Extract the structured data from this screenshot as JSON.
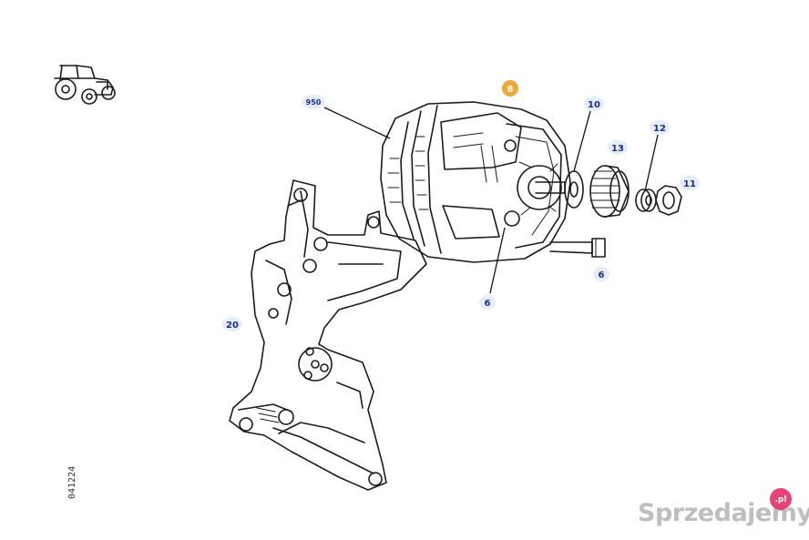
{
  "callouts": {
    "c950": "950",
    "c8": "8",
    "c10": "10",
    "c13": "13",
    "c12": "12",
    "c11": "11",
    "c6a": "6",
    "c6b": "6",
    "c20": "20"
  },
  "drawing_code": "041224",
  "watermark": {
    "brand": "Sprzedajemy",
    "tld": ".pl"
  },
  "colors": {
    "callout_text": "#1a2f8a",
    "callout_bubble": "#e6edf7",
    "highlight_bubble": "#f0a73a",
    "ink": "#1b1b1b"
  },
  "icons": {
    "vehicle": "tractor-icon"
  }
}
